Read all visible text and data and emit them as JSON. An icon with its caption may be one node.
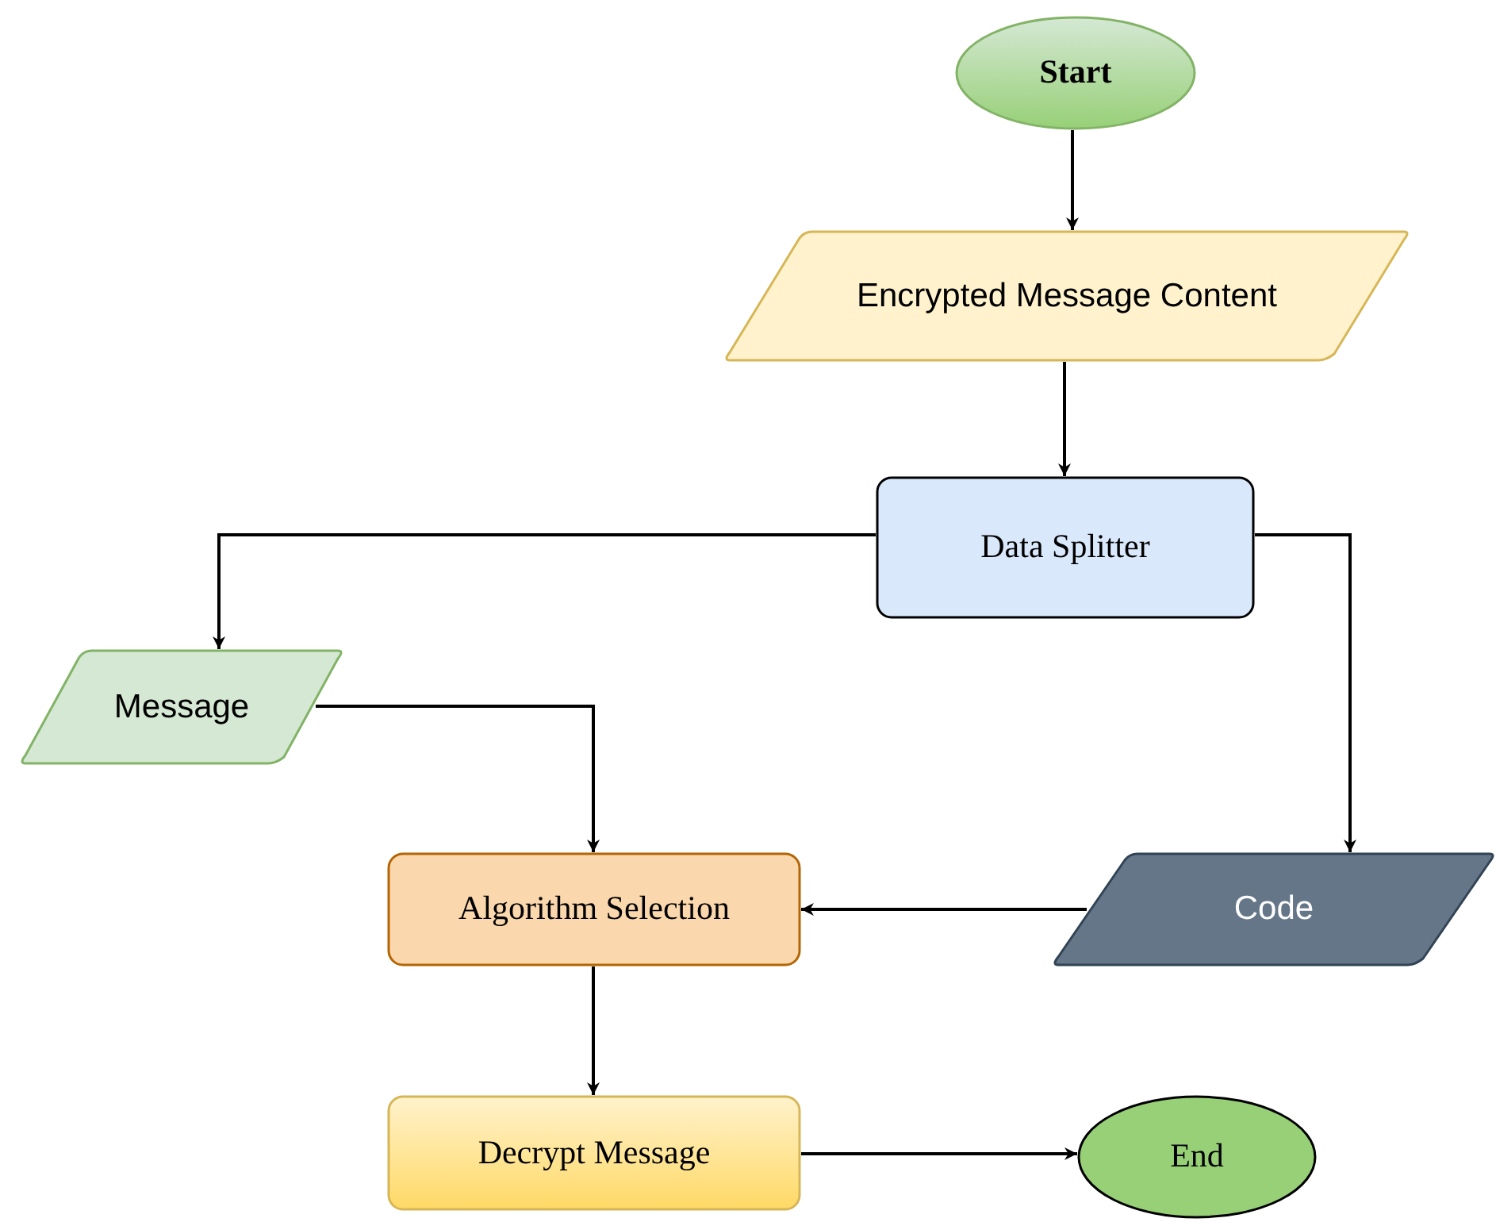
{
  "diagram": {
    "nodes": [
      {
        "text": [
          "Start"
        ]
      },
      {
        "text": [
          "Encrypted Message Content"
        ]
      },
      {
        "text": [
          "Data Splitter"
        ]
      },
      {
        "text": [
          "Message"
        ]
      },
      {
        "text": [
          "Algorithm Selection"
        ]
      },
      {
        "text": [
          "Code"
        ]
      },
      {
        "text": [
          "Decrypt Message"
        ]
      },
      {
        "text": [
          "End"
        ]
      }
    ],
    "edges": [
      {
        "from": 0,
        "to": 1,
        "arrow": "to"
      },
      {
        "from": 1,
        "to": 2,
        "arrow": "to"
      },
      {
        "from": 2,
        "to": 3,
        "arrow": "to"
      },
      {
        "from": 2,
        "to": 5,
        "arrow": "to"
      },
      {
        "from": 3,
        "to": 4,
        "arrow": "to"
      },
      {
        "from": 5,
        "to": 4,
        "arrow": "to"
      },
      {
        "from": 4,
        "to": 6,
        "arrow": "to"
      },
      {
        "from": 6,
        "to": 7,
        "arrow": "to"
      }
    ]
  }
}
